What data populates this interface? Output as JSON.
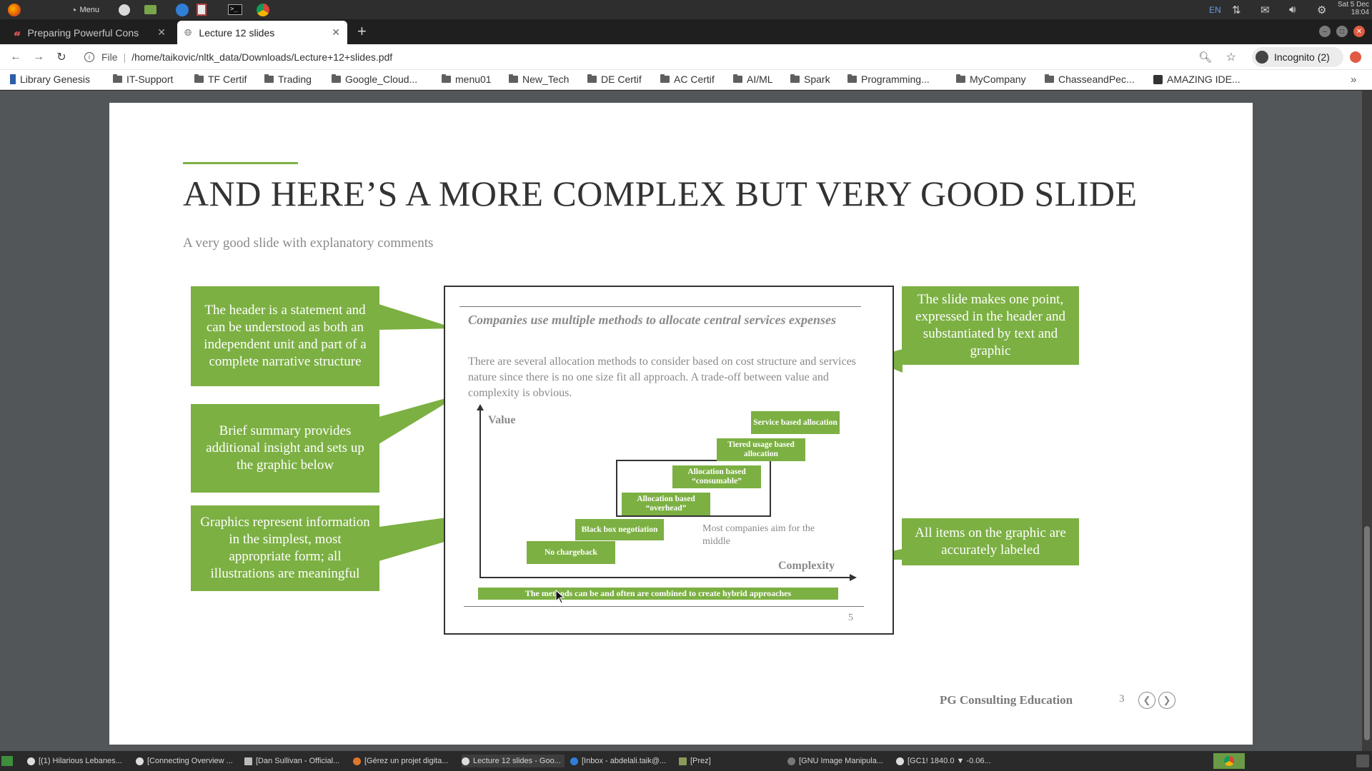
{
  "os_top": {
    "menu_label": "Menu",
    "lang": "EN",
    "clock_date": "Sat 5 Dec",
    "clock_time": "18:04"
  },
  "tabs": [
    {
      "label": "Preparing Powerful Cons",
      "icon": "coursera-icon"
    },
    {
      "label": "Lecture 12 slides",
      "icon": "globe-icon"
    }
  ],
  "toolbar": {
    "scheme": "File",
    "url": "/home/taikovic/nltk_data/Downloads/Lecture+12+slides.pdf",
    "profile": "Incognito (2)"
  },
  "bookmarks": [
    "Library Genesis",
    "IT-Support",
    "TF Certif",
    "Trading",
    "Google_Cloud...",
    "menu01",
    "New_Tech",
    "DE Certif",
    "AC Certif",
    "AI/ML",
    "Spark",
    "Programming...",
    "MyCompany",
    "ChasseandPec...",
    "AMAZING IDE..."
  ],
  "slide": {
    "title": "AND HERE’S A MORE COMPLEX BUT VERY GOOD SLIDE",
    "subtitle": "A very good slide with explanatory comments",
    "callouts": {
      "header": "The header is a statement and can be understood as both an independent unit and part of a complete narrative structure",
      "summary": "Brief summary provides additional insight and sets up the graphic below",
      "graphics": "Graphics represent information in the simplest, most appropriate form; all illustrations are meaningful",
      "one_point": "The slide makes one point, expressed in the header and substantiated by text and graphic",
      "labeled": "All items on the graphic are accurately labeled"
    },
    "thumb": {
      "title": "Companies use multiple methods to allocate central services expenses",
      "body": "There are several allocation methods to consider based on cost structure and services nature since there is no one size fit all approach. A trade-off between value and complexity is obvious.",
      "y_label": "Value",
      "x_label": "Complexity",
      "steps": [
        "No chargeback",
        "Black box negotiation",
        "Allocation based “overhead”",
        "Allocation based “consumable”",
        "Tiered usage based allocation",
        "Service based allocation"
      ],
      "aim_note": "Most companies aim for the middle",
      "footer": "The methods can be and often are combined to create hybrid approaches",
      "page_number": "5"
    },
    "brand": "PG Consulting Education",
    "page_number": "3"
  },
  "taskbar": [
    "[(1) Hilarious Lebanes...",
    "[Connecting Overview ...",
    "[Dan Sullivan - Official...",
    "[Gérez un projet digita...",
    "Lecture 12 slides - Goo...",
    "[Inbox - abdelali.taik@...",
    "[Prez]",
    "[GNU Image Manipula...",
    "[GC1! 1840.0 ▼ -0.06..."
  ],
  "colors": {
    "accent_green": "#7cb043",
    "viewer_bg": "#525659"
  }
}
